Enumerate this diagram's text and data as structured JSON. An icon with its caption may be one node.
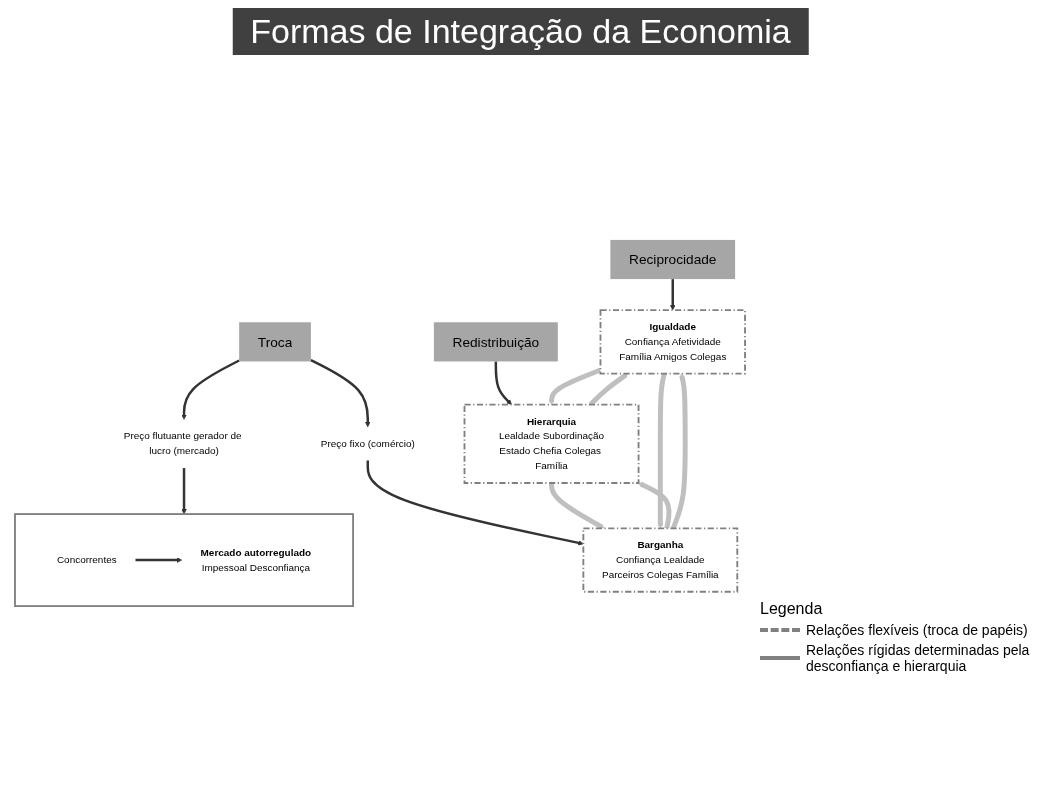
{
  "diagram": {
    "title": "Formas de Integração da Economia",
    "nodes": [
      {
        "text": [
          "Reciprocidade"
        ]
      },
      {
        "text": [
          "Redistribuição"
        ]
      },
      {
        "text": [
          "Troca"
        ]
      },
      {
        "text": [
          "Preço fixo (comércio)"
        ]
      },
      {
        "text": [
          "Preço flutuante gerador de lucro (mercado)"
        ]
      },
      {
        "text": [
          "Igualdade",
          "Confiança Afetividade",
          "Família Amigos Colegas"
        ]
      },
      {
        "text": [
          "Hierarquia",
          "Lealdade Subordinação",
          "Estado Chefia Colegas Família"
        ]
      },
      {
        "text": [
          "Barganha",
          "Confiança Lealdade",
          "Parceiros Colegas Família"
        ]
      },
      {
        "text": [],
        "shape": "box"
      },
      {
        "text": [
          "Concorrentes"
        ],
        "in": 8
      },
      {
        "text": [
          "Mercado autorregulado",
          "Impessoal Desconfiança"
        ],
        "in": 8
      }
    ],
    "edges": [
      {
        "from": 0,
        "to": 5,
        "arrow": "to"
      },
      {
        "from": 1,
        "to": 6,
        "arrow": "to"
      },
      {
        "from": 2,
        "to": 3,
        "arrow": "to"
      },
      {
        "from": 2,
        "to": 4,
        "arrow": "to"
      },
      {
        "from": 3,
        "to": 7,
        "arrow": "to"
      },
      {
        "from": 4,
        "to": 8,
        "arrow": "to"
      },
      {
        "from": 9,
        "to": 10,
        "arrow": "to"
      },
      {
        "from": 5,
        "to": 6,
        "arrow": "to",
        "style": "thick",
        "color": "#bfbfbf"
      },
      {
        "from": 6,
        "to": 5,
        "arrow": "to",
        "style": "thick",
        "color": "#bfbfbf"
      },
      {
        "from": 6,
        "to": 7,
        "arrow": "to",
        "style": "thick",
        "color": "#bfbfbf"
      },
      {
        "from": 7,
        "to": 6,
        "arrow": "to",
        "style": "thick",
        "color": "#bfbfbf"
      },
      {
        "from": 7,
        "to": 5,
        "arrow": "to",
        "style": "thick",
        "color": "#bfbfbf"
      },
      {
        "from": 5,
        "to": 7,
        "arrow": "to",
        "style": "thick",
        "color": "#bfbfbf"
      }
    ],
    "labels": [
      "Legenda"
    ],
    "legend": [
      {
        "text": "Relações flexíveis (troca de papéis)"
      },
      {
        "text": "Relações rígidas determinadas pela desconfiança e hierarquia"
      }
    ]
  }
}
